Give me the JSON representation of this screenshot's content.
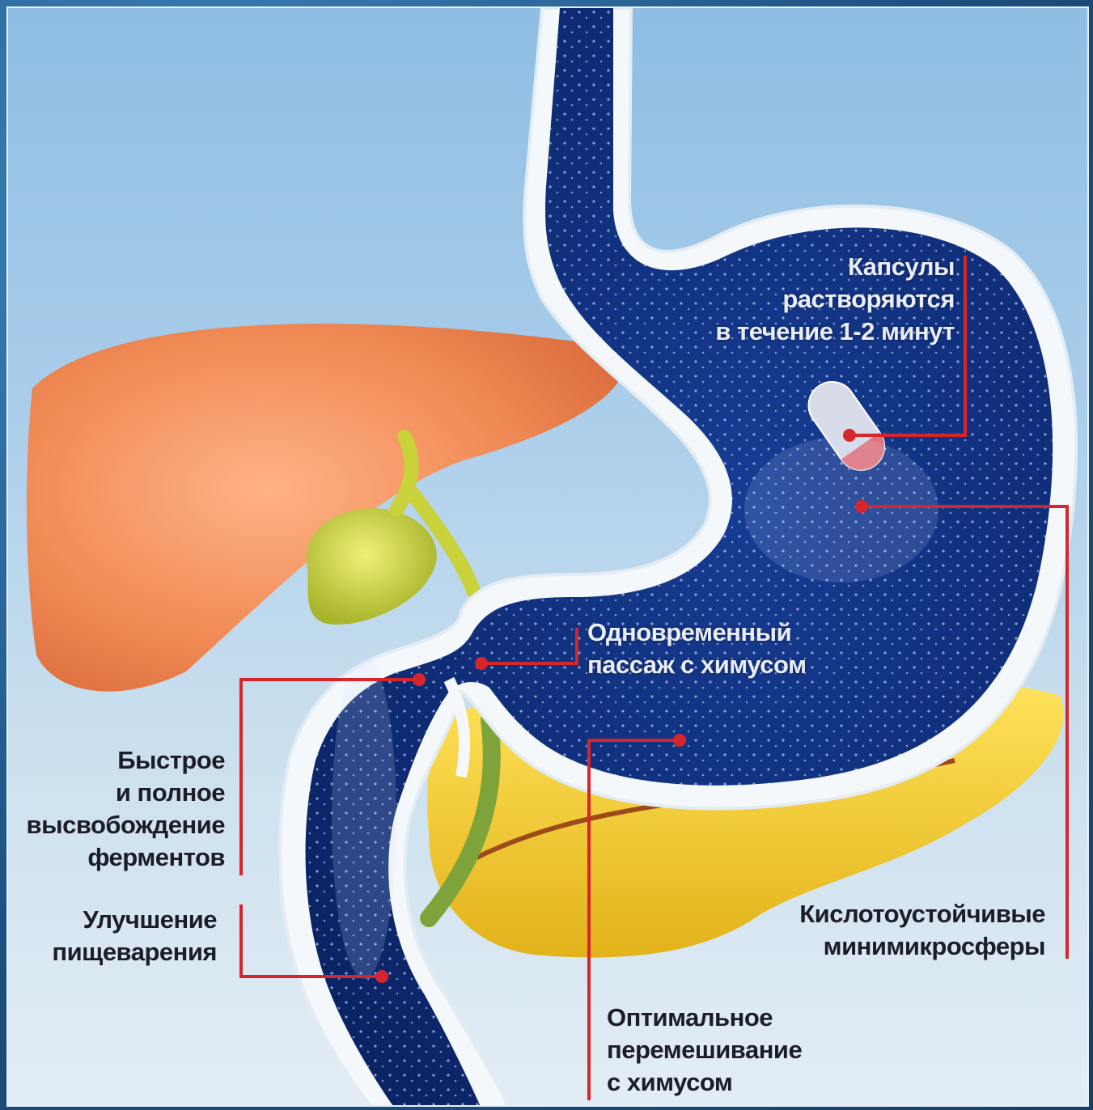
{
  "colors": {
    "leader_line": "#d6262c",
    "stomach_fill": "#0e2d78",
    "liver": "#f08a55",
    "gallbladder": "#c9d23a",
    "pancreas": "#f3c92a",
    "background": "#a9cdea"
  },
  "labels": {
    "capsules": "Капсулы\nрастворяются\nв течение 1-2 минут",
    "simultaneous": "Одновременный\nпассаж с химусом",
    "release": "Быстрое\nи полное\nвысвобождение\nферментов",
    "digestion": "Улучшение\nпищеварения",
    "microspheres": "Кислотоустойчивые\nминимикросферы",
    "mixing": "Оптимальное\nперемешивание\nс химусом"
  }
}
